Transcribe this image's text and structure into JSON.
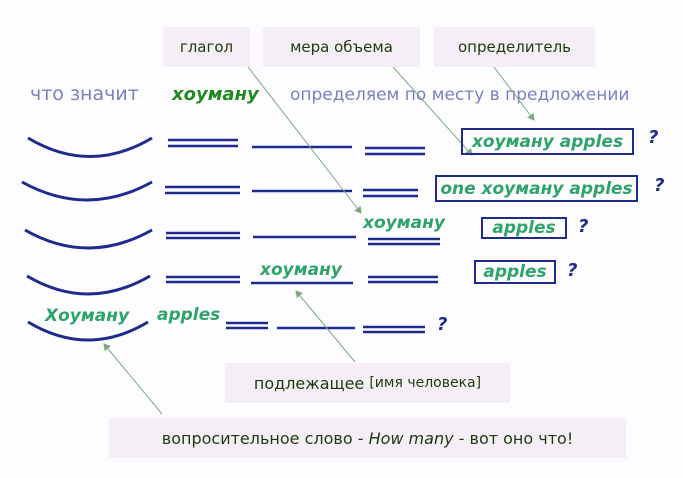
{
  "labels": {
    "verb": "глагол",
    "measure": "мера объема",
    "determiner": "определитель"
  },
  "heading": {
    "what_means": "что значит",
    "word": "хоуману",
    "hint": "определяем по месту в предложении"
  },
  "rows": [
    {
      "box": "хоуману  apples",
      "q": "?"
    },
    {
      "box": "one  хоуману apples",
      "q": "?"
    },
    {
      "word": "хоуману",
      "box": "apples",
      "q": "?"
    },
    {
      "word": "хоуману",
      "box": "apples",
      "q": "?"
    },
    {
      "word1": "Хоуману",
      "word2": "apples",
      "q": "?"
    }
  ],
  "subject_note": {
    "main": "подлежащее",
    "bracket": "[имя человека]"
  },
  "question_note": {
    "pre": "вопросительное слово - ",
    "em": "How many",
    "post": " - вот оно что!"
  },
  "colors": {
    "line": "#1f2a8a",
    "word": "#2ea36a",
    "arrow": "#7fa87f",
    "label_bg": "#f6eef6"
  }
}
